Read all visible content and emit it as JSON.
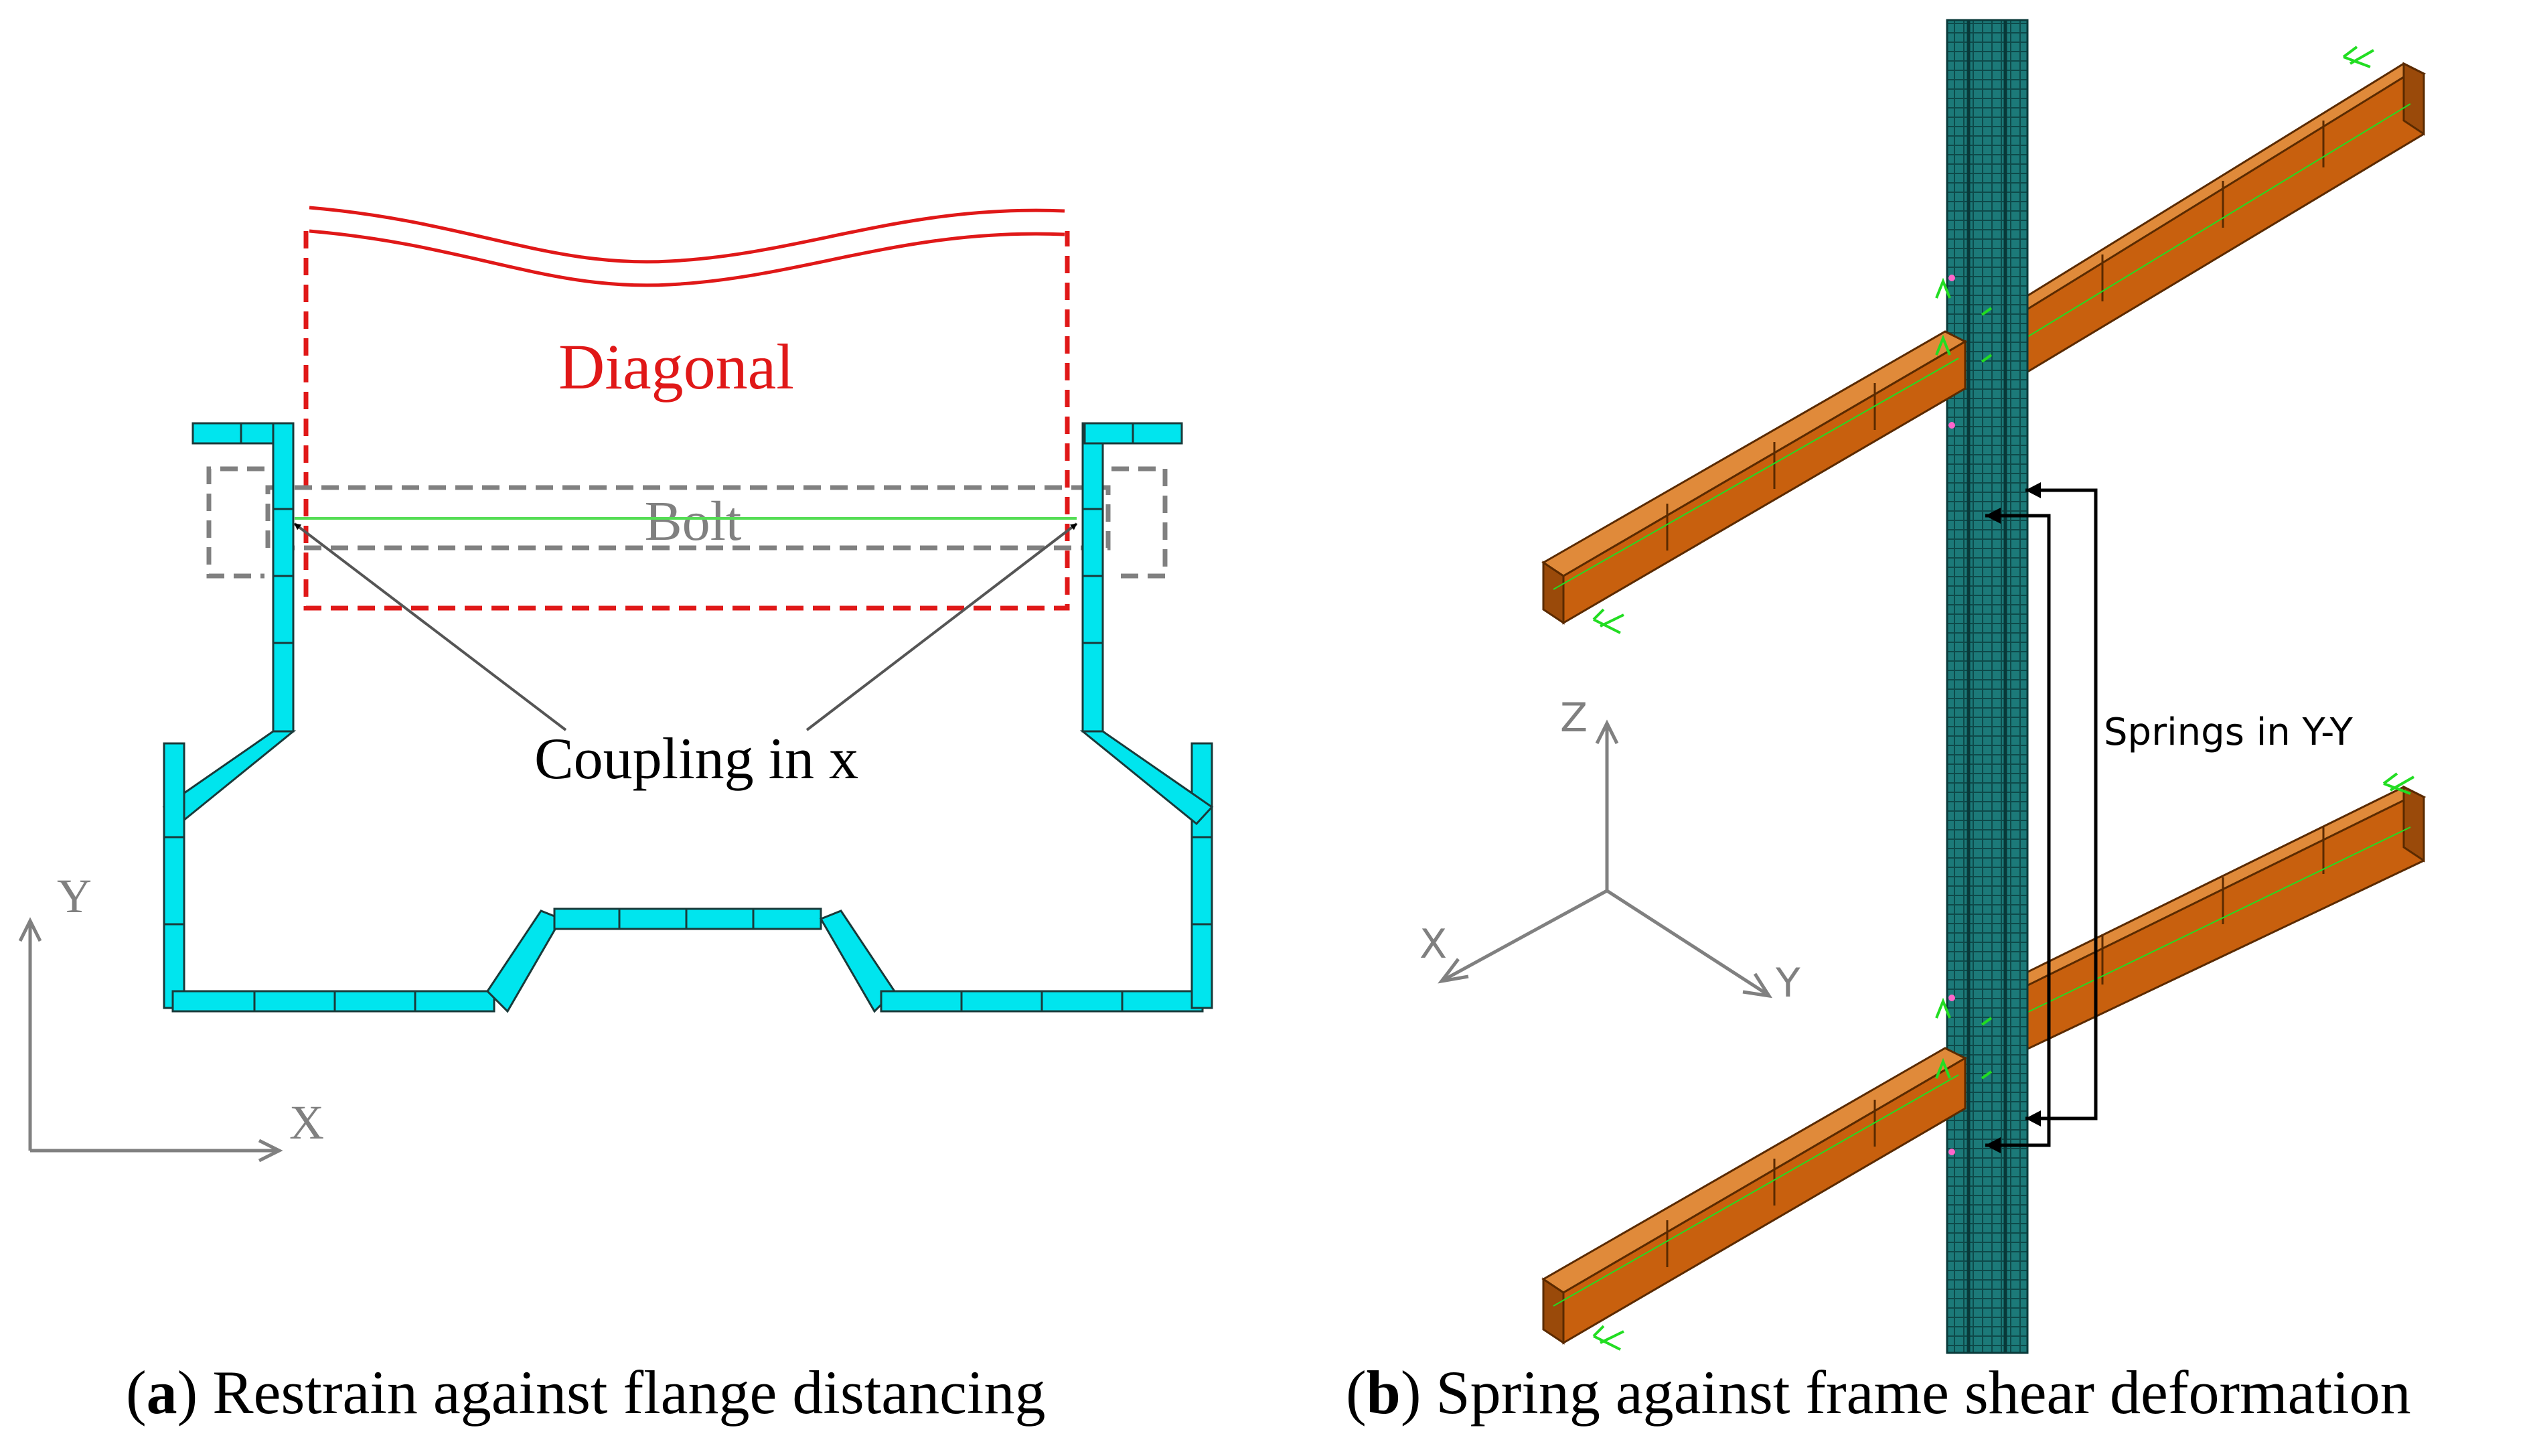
{
  "panel_a": {
    "label_letter": "a",
    "caption": "Restrain against flange distancing",
    "diagonal_label": "Diagonal",
    "bolt_label": "Bolt",
    "coupling_label": "Coupling in x",
    "axis_y": "Y",
    "axis_x": "X",
    "colors": {
      "section": "#00e5ee",
      "diagonal": "#e01818",
      "bolt": "#808080",
      "coupling_line": "#55dd55"
    }
  },
  "panel_b": {
    "label_letter": "b",
    "caption": "Spring against frame shear deformation",
    "springs_label": "Springs in Y-Y",
    "axis_z": "Z",
    "axis_x": "X",
    "axis_y": "Y",
    "colors": {
      "beam": "#c8600e",
      "column": "#1d7a78",
      "marker": "#22dd22"
    }
  },
  "caption_parens": {
    "open": "(",
    "close": ")"
  }
}
